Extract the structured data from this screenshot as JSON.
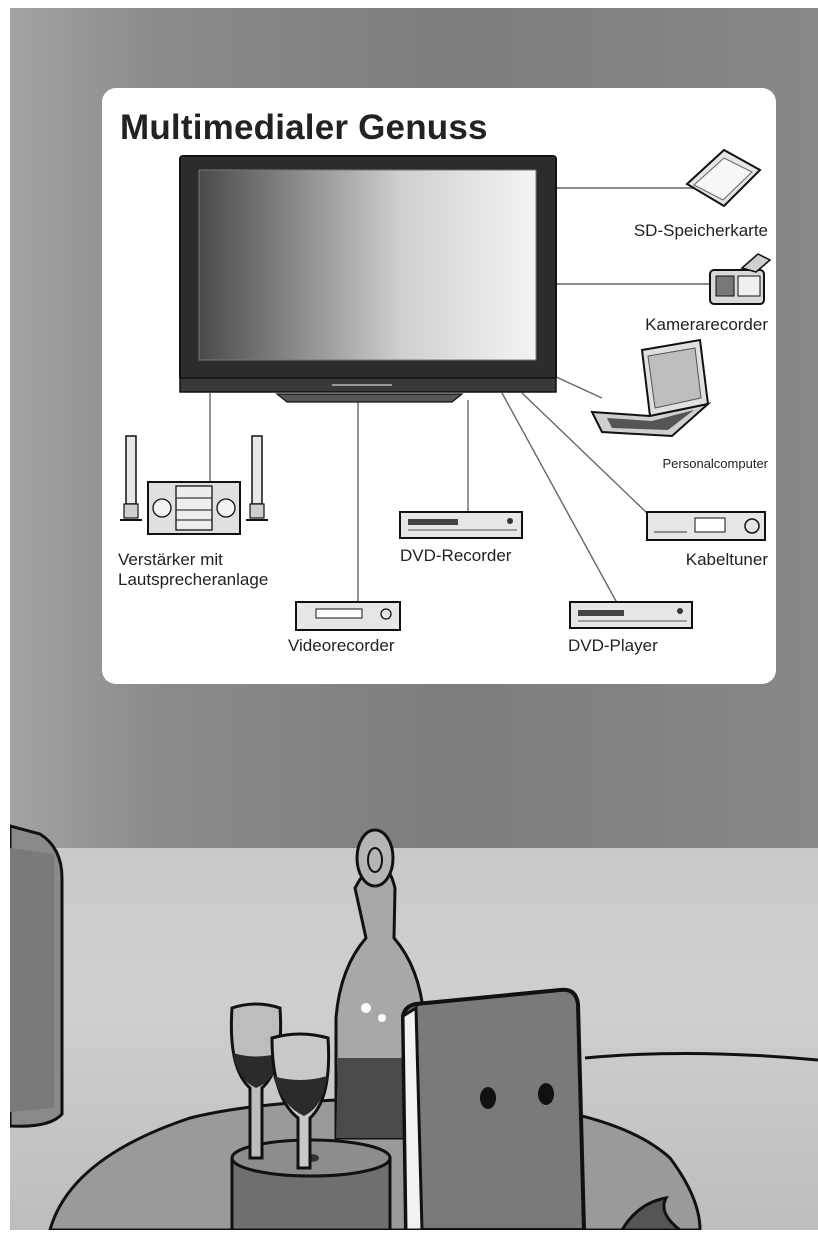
{
  "title": "Multimedialer Genuss",
  "devices": {
    "sd_card": "SD-Speicherkarte",
    "camcorder": "Kamerarecorder",
    "pc": "Personalcomputer",
    "cable_tuner": "Kabeltuner",
    "dvd_player": "DVD-Player",
    "dvd_recorder": "DVD-Recorder",
    "video_recorder": "Videorecorder",
    "amplifier_line1": "Verstärker mit",
    "amplifier_line2": "Lautsprecheranlage"
  },
  "colors": {
    "wall": "#858585",
    "floor": "#c9c9c9",
    "panel": "#ffffff",
    "text": "#222222"
  }
}
